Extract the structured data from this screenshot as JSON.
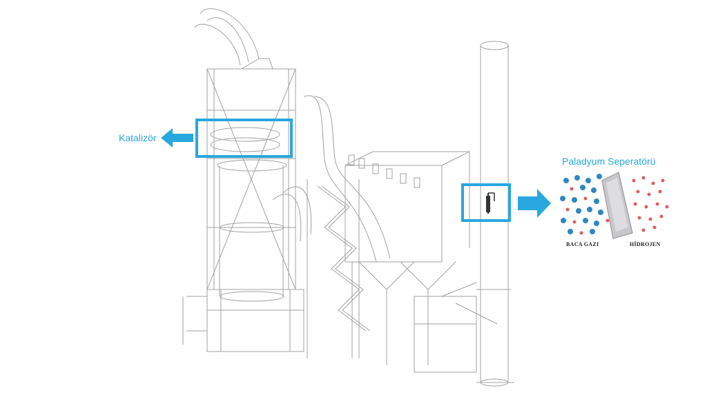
{
  "labels": {
    "catalyst": "Katalizör",
    "separator_title": "Paladyum Seperatörü",
    "flue_gas": "BACA GAZI",
    "hydrogen": "HİDROJEN"
  },
  "colors": {
    "accent": "#29a7df",
    "line_art": "#9a9a9a",
    "flue_gas_particle": "#2e86c1",
    "hydrogen_particle": "#e25c5c"
  },
  "icons": {
    "catalyst_arrow": "arrow-left-icon",
    "separator_arrow": "arrow-right-icon"
  }
}
